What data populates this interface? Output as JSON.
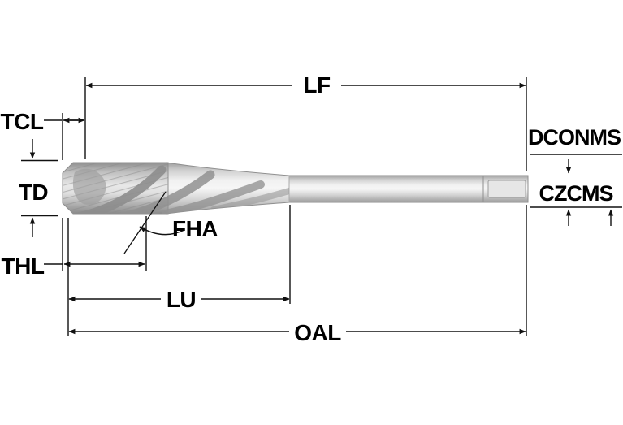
{
  "figure": {
    "kind": "spiral-flute-tap-dimension-drawing",
    "labels": {
      "lf": "LF",
      "tcl": "TCL",
      "td": "TD",
      "thl": "THL",
      "fha": "FHA",
      "lu": "LU",
      "oal": "OAL",
      "dconms": "DCONMS",
      "czcms": "CZCMS"
    },
    "colors": {
      "line": "#111111",
      "text": "#000000",
      "body_light": "#f2f2f2",
      "body_mid": "#cfcfcf",
      "body_dark": "#8f8f8f",
      "background": "#ffffff"
    }
  }
}
